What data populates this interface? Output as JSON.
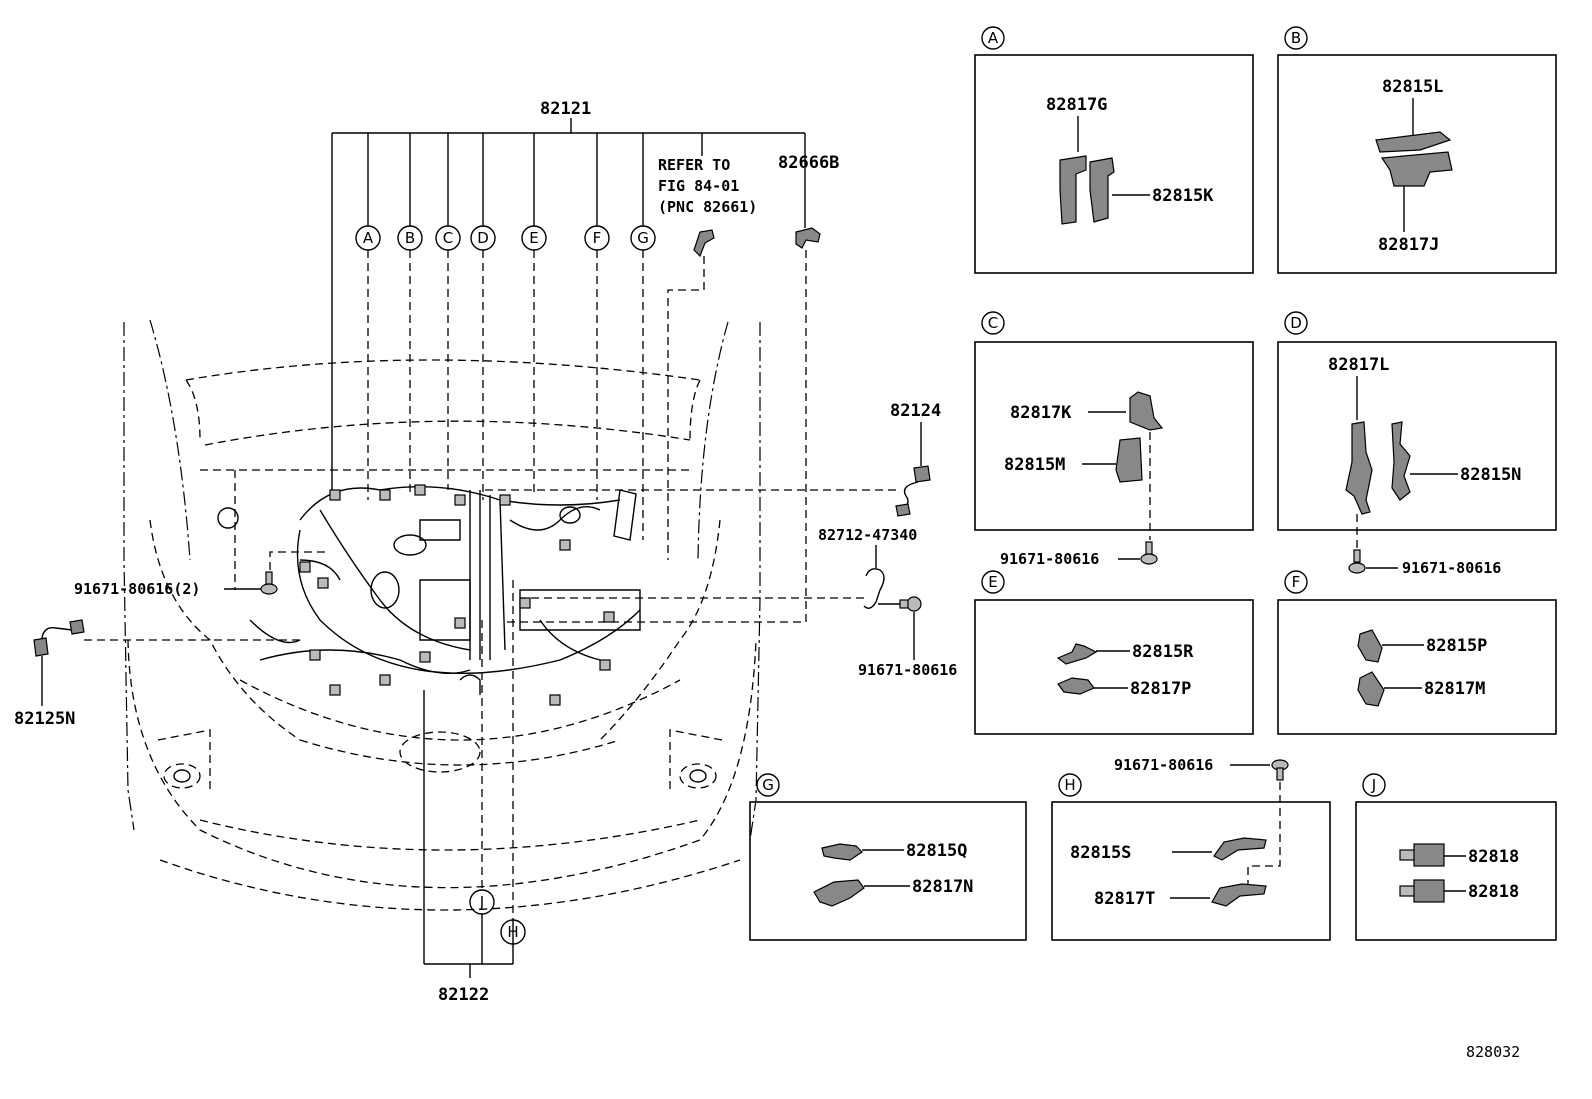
{
  "main": {
    "harness_top": "82121",
    "harness_bottom": "82122",
    "refer_line1": "REFER TO",
    "refer_line2": "FIG 84-01",
    "refer_line3": "(PNC 82661)",
    "part_82666b": "82666B",
    "part_82124": "82124",
    "part_82712": "82712-47340",
    "part_screw_right": "91671-80616",
    "part_screw_left": "91671-80616(2)",
    "part_82125n": "82125N",
    "callouts": [
      "A",
      "B",
      "C",
      "D",
      "E",
      "F",
      "G"
    ],
    "callout_j": "J",
    "callout_h": "H"
  },
  "details": {
    "A": {
      "letter": "A",
      "parts": [
        "82817G",
        "82815K"
      ]
    },
    "B": {
      "letter": "B",
      "parts": [
        "82815L",
        "82817J"
      ]
    },
    "C": {
      "letter": "C",
      "parts": [
        "82817K",
        "82815M"
      ],
      "screw": "91671-80616"
    },
    "D": {
      "letter": "D",
      "parts": [
        "82817L",
        "82815N"
      ],
      "screw": "91671-80616"
    },
    "E": {
      "letter": "E",
      "parts": [
        "82815R",
        "82817P"
      ]
    },
    "F": {
      "letter": "F",
      "parts": [
        "82815P",
        "82817M"
      ]
    },
    "G": {
      "letter": "G",
      "parts": [
        "82815Q",
        "82817N"
      ]
    },
    "H": {
      "letter": "H",
      "parts": [
        "82815S",
        "82817T"
      ],
      "screw": "91671-80616"
    },
    "J": {
      "letter": "J",
      "parts": [
        "82818",
        "82818"
      ]
    }
  },
  "figure_number": "828032"
}
